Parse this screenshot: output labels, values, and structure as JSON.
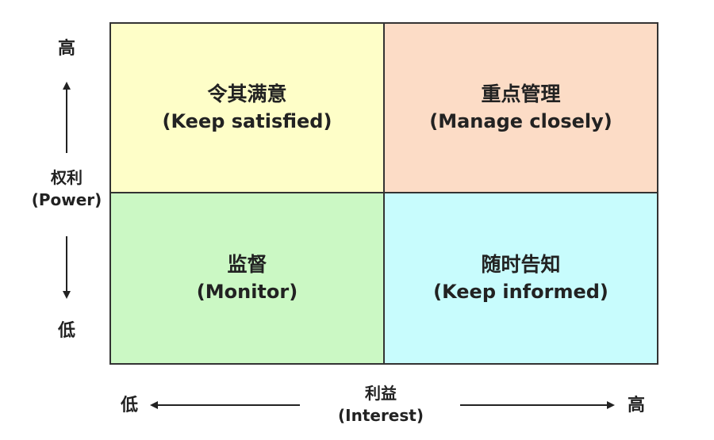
{
  "quadrants": {
    "top_left": {
      "zh": "令其满意",
      "en": "(Keep satisfied)",
      "color": "#fefec8"
    },
    "top_right": {
      "zh": "重点管理",
      "en": "(Manage closely)",
      "color": "#fcdcc6"
    },
    "bottom_left": {
      "zh": "监督",
      "en": "(Monitor)",
      "color": "#cbf8c4"
    },
    "bottom_right": {
      "zh": "随时告知",
      "en": "(Keep informed)",
      "color": "#c8fcfd"
    }
  },
  "y_axis": {
    "high": "高",
    "low": "低",
    "name_zh": "权利",
    "name_en": "(Power)"
  },
  "x_axis": {
    "high": "高",
    "low": "低",
    "name_zh": "利益",
    "name_en": "(Interest)"
  }
}
